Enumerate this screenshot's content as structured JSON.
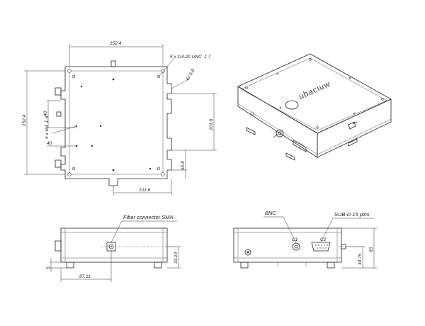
{
  "top_view": {
    "dim_width": "152.4",
    "dim_height": "152.4",
    "dim_bottom": "101.6",
    "dim_right": "101.6",
    "dim_right_low": "50.8",
    "dim_left_40_vertical": "40",
    "dim_left_40_horizontal": "40",
    "note_unc": "4 x 1/4-20 UNC ↧ 7",
    "note_slot": "6x 6.6",
    "note_m4": "4 x M4 ↧ 6"
  },
  "iso_view": {
    "logo_text": "ubaciuw"
  },
  "front_view": {
    "callout": "Fiber connector SMA",
    "dim_height": "33.14",
    "dim_offset": "87.11",
    "dim_foot": "5"
  },
  "side_view": {
    "callout_bnc": "BNC",
    "callout_subd": "SUB-D 15 pins",
    "label_c1": "C1",
    "label_c2": "C2",
    "dim_total_height": "65",
    "dim_connector_height": "34.75"
  }
}
